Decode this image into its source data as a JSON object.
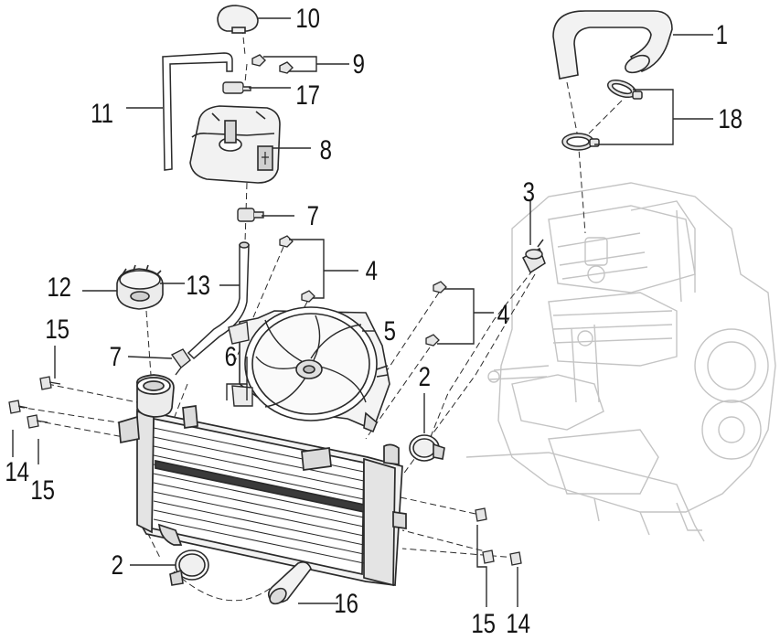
{
  "callouts": {
    "n1": "1",
    "n2_upper": "2",
    "n2_lower": "2",
    "n3": "3",
    "n4_left": "4",
    "n4_right": "4",
    "n5": "5",
    "n6": "6",
    "n7_upper": "7",
    "n7_lower": "7",
    "n8": "8",
    "n9": "9",
    "n10": "10",
    "n11": "11",
    "n12": "12",
    "n13": "13",
    "n14_left": "14",
    "n14_right": "14",
    "n15_upper": "15",
    "n15_left": "15",
    "n15_right": "15",
    "n16": "16",
    "n17": "17",
    "n18": "18"
  },
  "colors": {
    "line": "#2a2a2a",
    "part_fill": "#f2f2f2",
    "shade": "#cfcfcf",
    "engine": "#c8c8c8"
  }
}
